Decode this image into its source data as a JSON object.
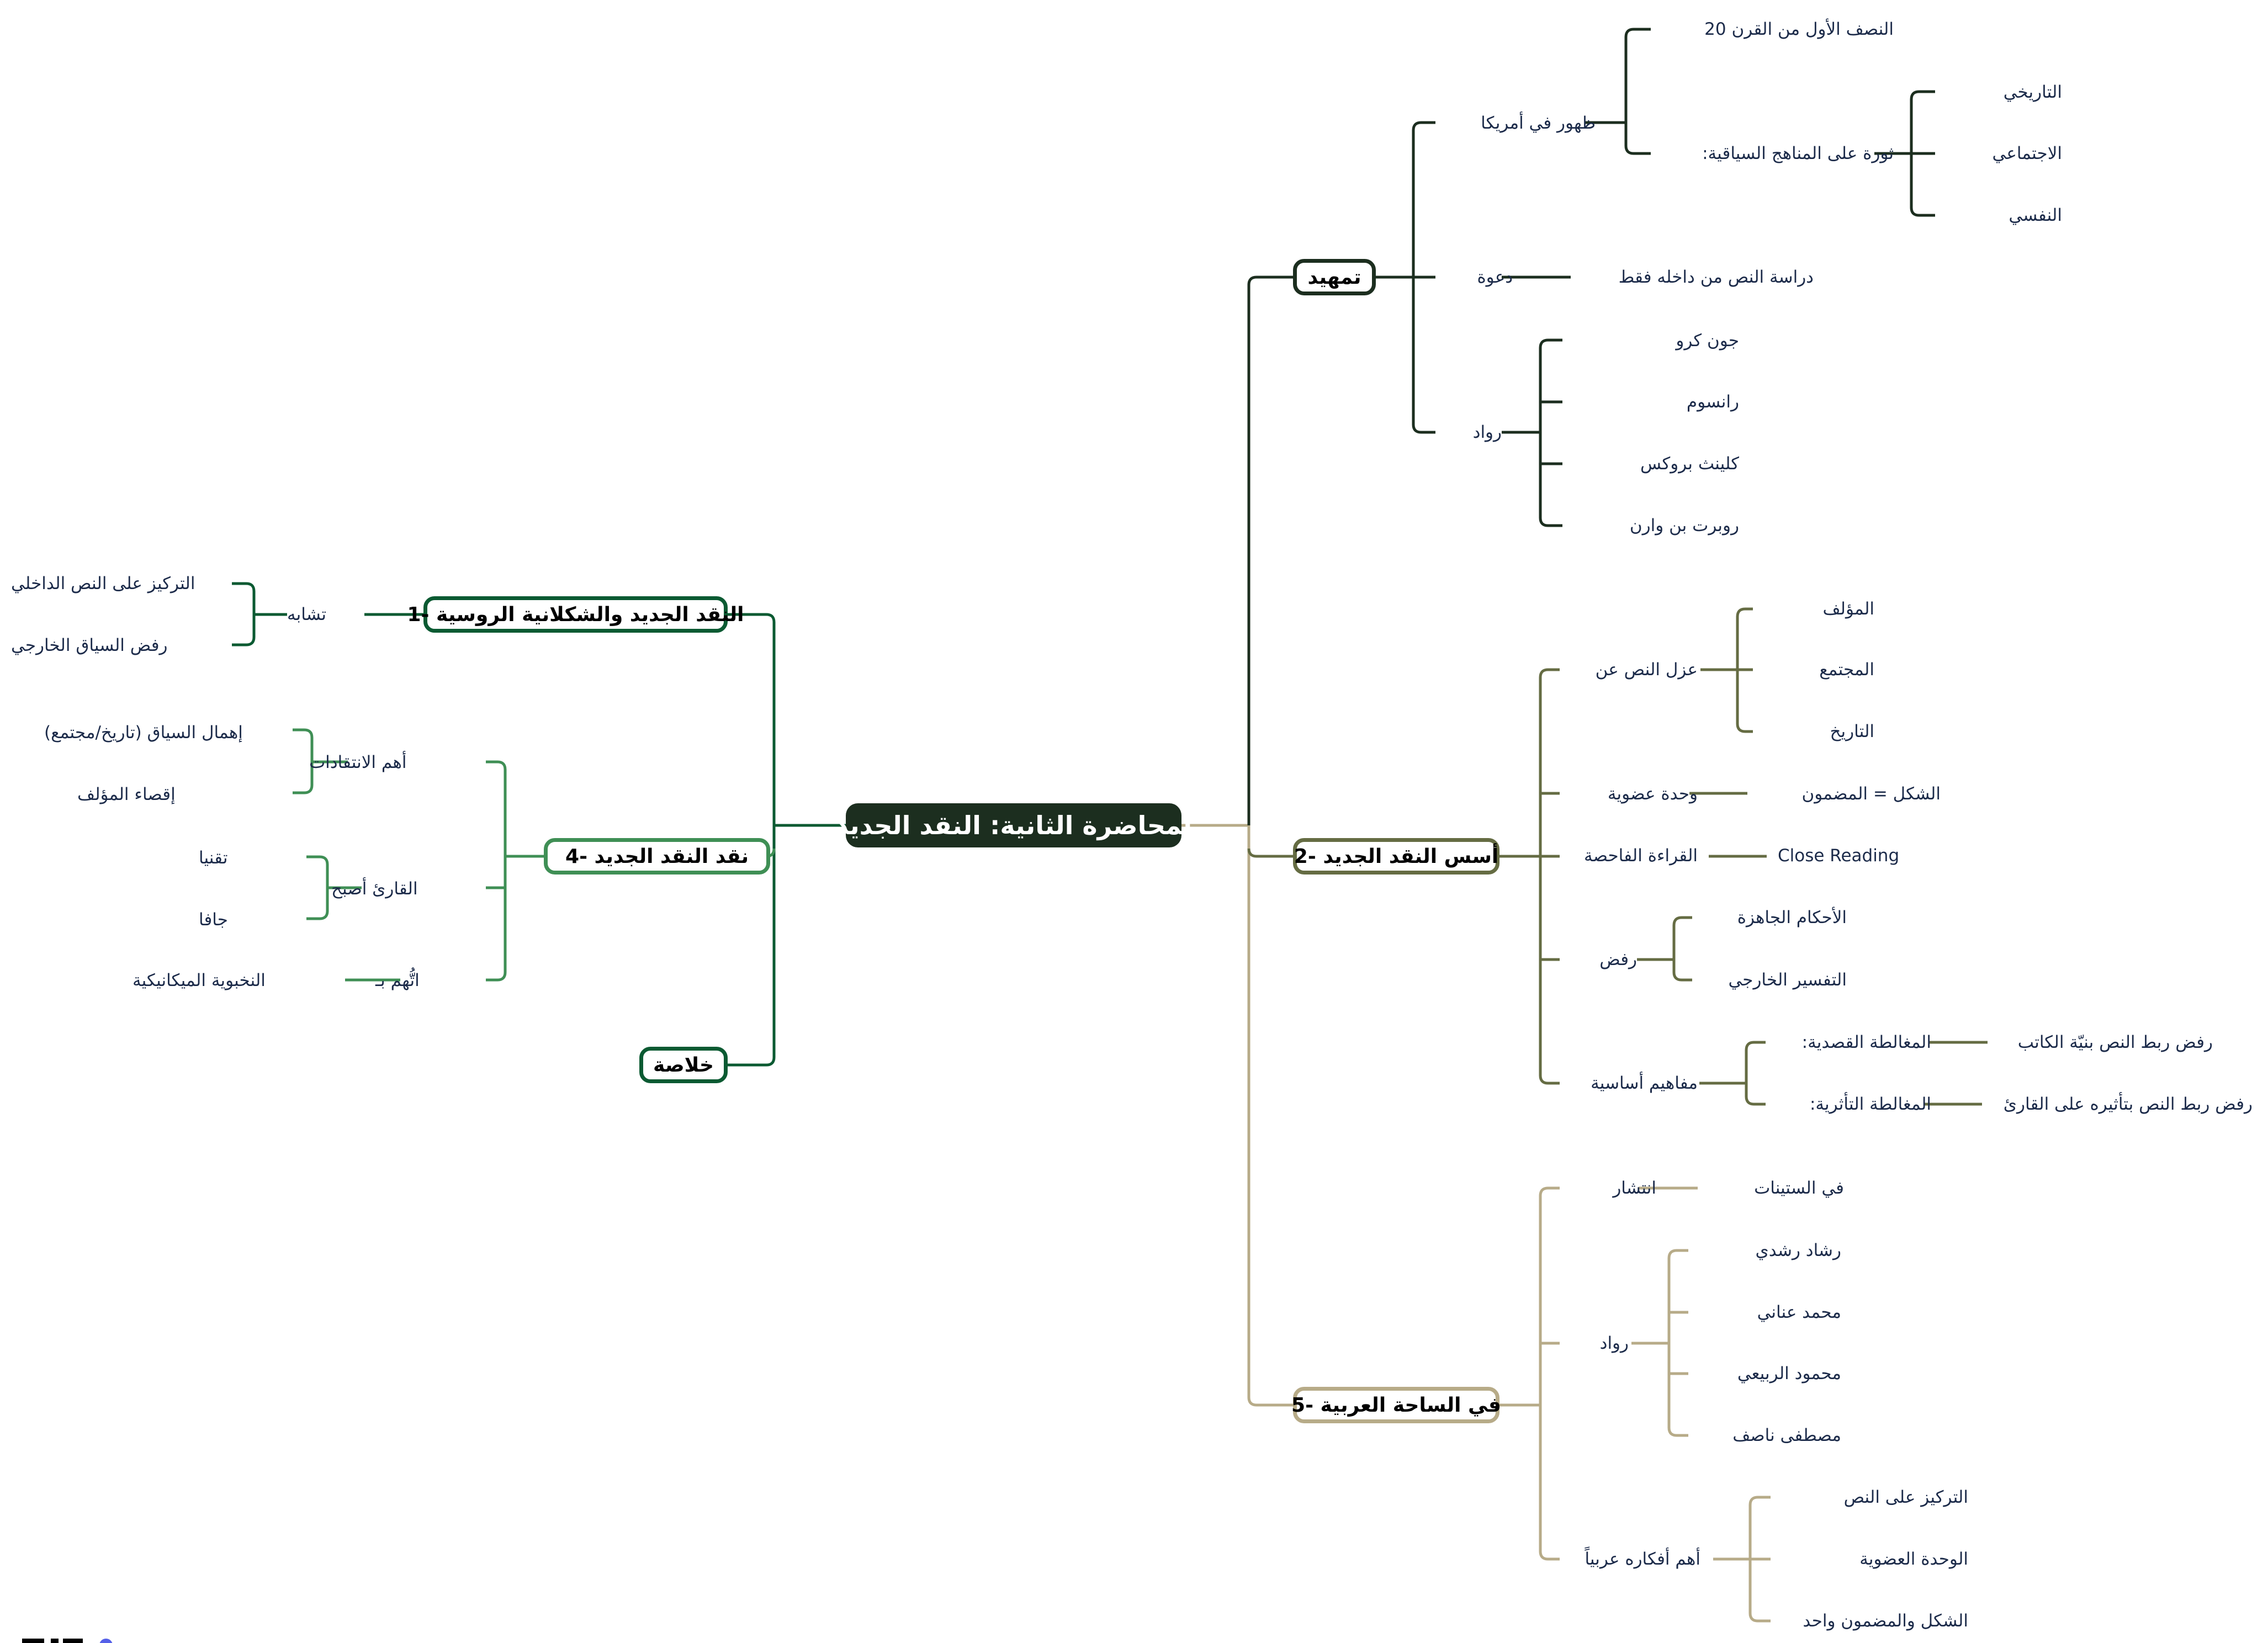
{
  "colors": {
    "root_bg": "#1c2e1f",
    "intro": "#1c2e1f",
    "foundations": "#656c43",
    "arab": "#b7ab88",
    "russian": "#0b5a32",
    "critique": "#3f8f55",
    "summary": "#0b5a32",
    "text": "#1c2b4a"
  },
  "root": {
    "label": "لمحاضرة الثانية: النقد الجديد"
  },
  "intro": {
    "label": "تمهيد",
    "emergence": {
      "label": "ظهور في أمريكا",
      "time": "النصف الأول من القرن 20",
      "revolt": {
        "label": "ثورة على المناهج السياقية:",
        "items": [
          "التاريخي",
          "الاجتماعي",
          "النفسي"
        ]
      }
    },
    "call": {
      "label": "دعوة",
      "value": "دراسة النص من داخله فقط"
    },
    "pioneers": {
      "label": "رواد",
      "items": [
        "جون كرو",
        "رانسوم",
        "كلينث بروكس",
        "روبرت بن وارن"
      ]
    }
  },
  "foundations": {
    "label": "أسس النقد الجديد -2",
    "isolation": {
      "label": "عزل النص عن",
      "items": [
        "المؤلف",
        "المجتمع",
        "التاريخ"
      ]
    },
    "organic": {
      "label": "وحدة عضوية",
      "value": "الشكل = المضمون"
    },
    "close": {
      "label": "القراءة الفاحصة",
      "value": "Close Reading"
    },
    "reject": {
      "label": "رفض",
      "items": [
        "الأحكام الجاهزة",
        "التفسير الخارجي"
      ]
    },
    "concepts": {
      "label": "مفاهيم أساسية",
      "items": [
        {
          "label": "المغالطة القصدية:",
          "value": "رفض ربط النص بنيّة الكاتب"
        },
        {
          "label": "المغالطة التأثرية:",
          "value": "رفض ربط النص بتأثيره على القارئ"
        }
      ]
    }
  },
  "arab": {
    "label": "في الساحة العربية -5",
    "spread": {
      "label": "انتشار",
      "value": "في الستينات"
    },
    "pioneers": {
      "label": "رواد",
      "items": [
        "رشاد رشدي",
        "محمد عناني",
        "محمود الربيعي",
        "مصطفى ناصف"
      ]
    },
    "ideas": {
      "label": "أهم أفكاره عربياً",
      "items": [
        "التركيز على النص",
        "الوحدة العضوية",
        "الشكل والمضمون واحد"
      ]
    }
  },
  "russian": {
    "label": "النقد الجديد والشكلانية الروسية -1",
    "similarity": {
      "label": "تشابه",
      "items": [
        "التركيز على النص الداخلي",
        "رفض السياق الخارجي"
      ]
    }
  },
  "critique": {
    "label": "نقد النقد الجديد -4",
    "main": {
      "label": "أهم الانتقادات",
      "items": [
        "إهمال السياق (تاريخ/مجتمع)",
        "إقصاء المؤلف"
      ]
    },
    "reader": {
      "label": "القارئ أصبح",
      "items": [
        "تقنيا",
        "جافا"
      ]
    },
    "accused": {
      "label": "اتُّهم بـ",
      "value": "النخبوية الميكانيكية"
    }
  },
  "summary": {
    "label": "خلاصة"
  }
}
